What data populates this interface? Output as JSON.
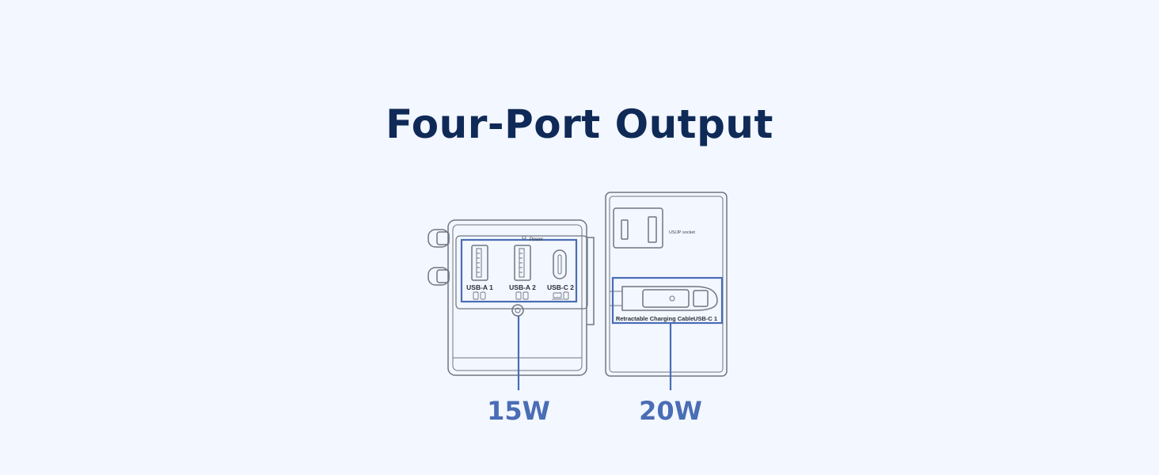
{
  "title": "Four-Port Output",
  "left_device": {
    "power_label": "Power",
    "ports": [
      {
        "label": "USB-A 1"
      },
      {
        "label": "USB-A 2"
      },
      {
        "label": "USB-C 2"
      }
    ],
    "output": "15W"
  },
  "right_device": {
    "socket_label": "US/JP socket",
    "cable_label": "Retractable Charging Cable",
    "cable_port_label": "USB-C 1",
    "output": "20W"
  },
  "colors": {
    "background": "#f3f7ff",
    "title": "#0f2a57",
    "accent": "#4a6db5",
    "line": "#6f7682"
  }
}
